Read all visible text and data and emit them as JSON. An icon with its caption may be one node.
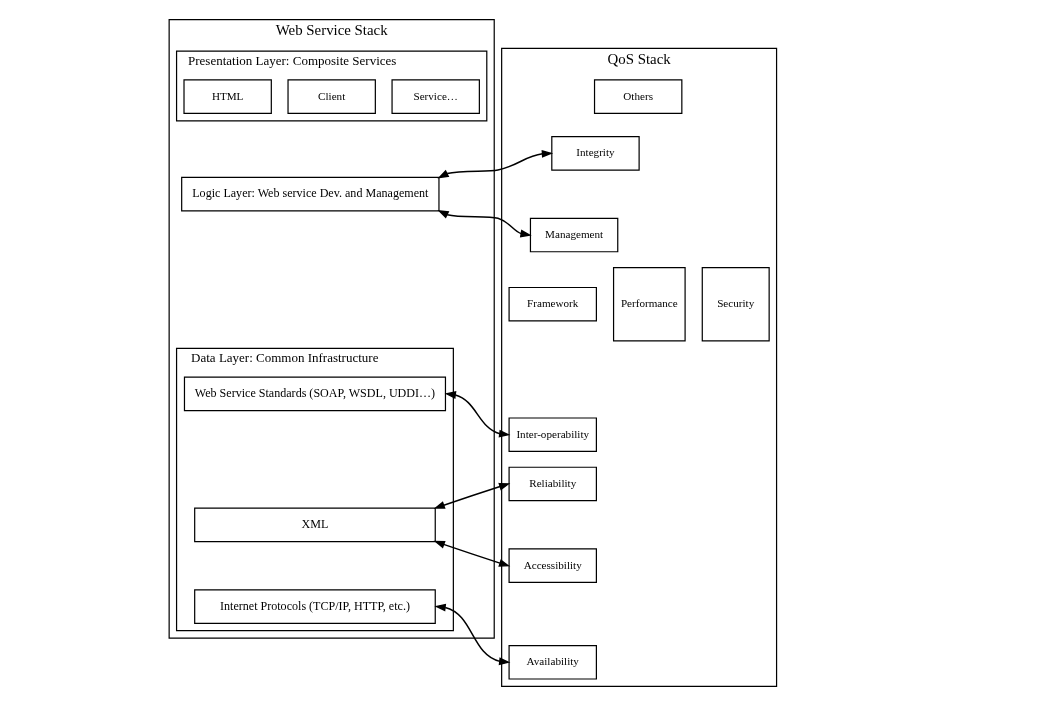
{
  "diagram": {
    "nodes": [
      {
        "text": [
          "Web Service Stack"
        ]
      },
      {
        "text": [
          "Presentation Layer: Composite Services"
        ],
        "in": 0
      },
      {
        "text": [
          "HTML"
        ],
        "in": 1
      },
      {
        "text": [
          "Client"
        ],
        "in": 1
      },
      {
        "text": [
          "Service…"
        ],
        "in": 1
      },
      {
        "text": [
          "Logic Layer: Web service Dev. and Management"
        ],
        "in": 0
      },
      {
        "text": [
          "Data Layer: Common Infrastructure"
        ],
        "in": 0
      },
      {
        "text": [
          "Web Service Standards (SOAP, WSDL, UDDI…)"
        ],
        "in": 6
      },
      {
        "text": [
          "XML"
        ],
        "in": 6
      },
      {
        "text": [
          "Internet Protocols (TCP/IP, HTTP, etc.)"
        ],
        "in": 6
      },
      {
        "text": [
          "QoS Stack"
        ]
      },
      {
        "text": [
          "Others"
        ],
        "in": 10
      },
      {
        "text": [
          "Integrity"
        ],
        "in": 10
      },
      {
        "text": [
          "Management"
        ],
        "in": 10
      },
      {
        "text": [
          "Framework"
        ],
        "in": 10
      },
      {
        "text": [
          "Inter-operability"
        ],
        "in": 10
      },
      {
        "text": [
          "Reliability"
        ],
        "in": 10
      },
      {
        "text": [
          "Accessibility"
        ],
        "in": 10
      },
      {
        "text": [
          "Availability"
        ],
        "in": 10
      },
      {
        "text": [
          "Performance"
        ],
        "in": 10
      },
      {
        "text": [
          "Security"
        ],
        "in": 10
      }
    ],
    "edges": [
      {
        "from": 5,
        "to": 12,
        "arrow": "both"
      },
      {
        "from": 5,
        "to": 13,
        "arrow": "both"
      },
      {
        "from": 7,
        "to": 15,
        "arrow": "both"
      },
      {
        "from": 8,
        "to": 16,
        "arrow": "both"
      },
      {
        "from": 8,
        "to": 17,
        "arrow": "both"
      },
      {
        "from": 9,
        "to": 18,
        "arrow": "both"
      }
    ]
  }
}
